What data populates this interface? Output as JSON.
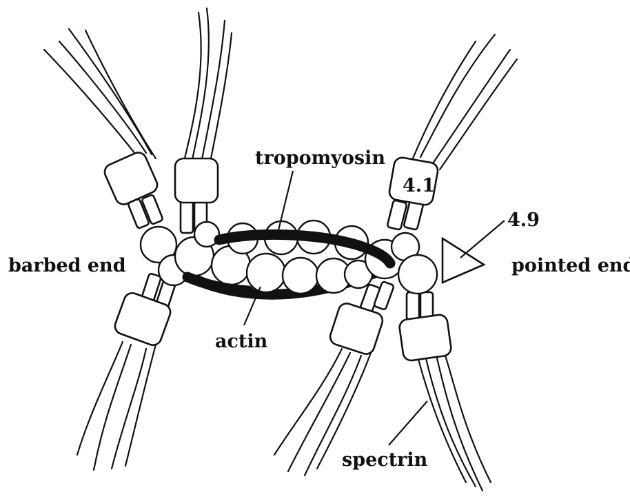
{
  "diagram": {
    "labels": {
      "tropomyosin": "tropomyosin",
      "band41": "4.1",
      "band49": "4.9",
      "barbed_end": "barbed end",
      "pointed_end": "pointed end",
      "actin": "actin",
      "spectrin": "spectrin"
    }
  }
}
